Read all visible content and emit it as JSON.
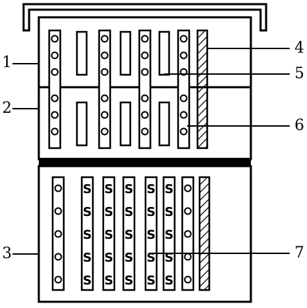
{
  "callouts": {
    "left": [
      "1",
      "2",
      "3"
    ],
    "right": [
      "4",
      "5",
      "6",
      "7"
    ]
  },
  "legend_glyphs": {
    "circle": "o",
    "s_mark": "S"
  },
  "colors": {
    "ink": "#000000",
    "paper": "#ffffff"
  }
}
